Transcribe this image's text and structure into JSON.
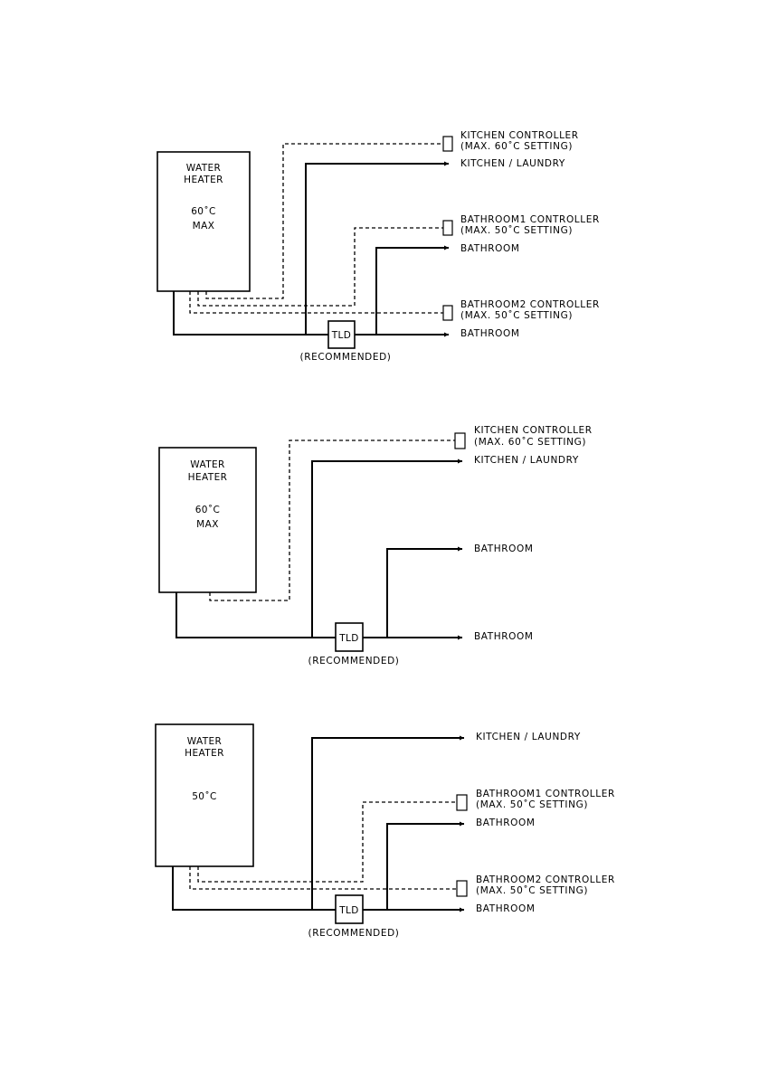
{
  "colors": {
    "ink": "#000000",
    "paper": "#ffffff"
  },
  "diagrams": [
    {
      "heater_lines": [
        "WATER",
        "HEATER",
        "60˚C",
        "MAX"
      ],
      "controllers": [
        {
          "name": "KITCHEN  CONTROLLER",
          "setting": "(MAX.  60˚C  SETTING)"
        },
        {
          "name": "BATHROOM1  CONTROLLER",
          "setting": "(MAX.  50˚C  SETTING)"
        },
        {
          "name": "BATHROOM2  CONTROLLER",
          "setting": "(MAX.  50˚C  SETTING)"
        }
      ],
      "outlets": [
        "KITCHEN  /  LAUNDRY",
        "BATHROOM",
        "BATHROOM"
      ],
      "valve": {
        "label": "TLD",
        "note": "(RECOMMENDED)"
      }
    },
    {
      "heater_lines": [
        "WATER",
        "HEATER",
        "60˚C",
        "MAX"
      ],
      "controllers": [
        {
          "name": "KITCHEN  CONTROLLER",
          "setting": "(MAX.  60˚C  SETTING)"
        }
      ],
      "outlets": [
        "KITCHEN  /  LAUNDRY",
        "BATHROOM",
        "BATHROOM"
      ],
      "valve": {
        "label": "TLD",
        "note": "(RECOMMENDED)"
      }
    },
    {
      "heater_lines": [
        "WATER",
        "HEATER",
        "50˚C"
      ],
      "controllers": [
        {
          "name": "BATHROOM1  CONTROLLER",
          "setting": "(MAX.  50˚C  SETTING)"
        },
        {
          "name": "BATHROOM2  CONTROLLER",
          "setting": "(MAX.  50˚C  SETTING)"
        }
      ],
      "outlets": [
        "KITCHEN  /  LAUNDRY",
        "BATHROOM",
        "BATHROOM"
      ],
      "valve": {
        "label": "TLD",
        "note": "(RECOMMENDED)"
      }
    }
  ]
}
